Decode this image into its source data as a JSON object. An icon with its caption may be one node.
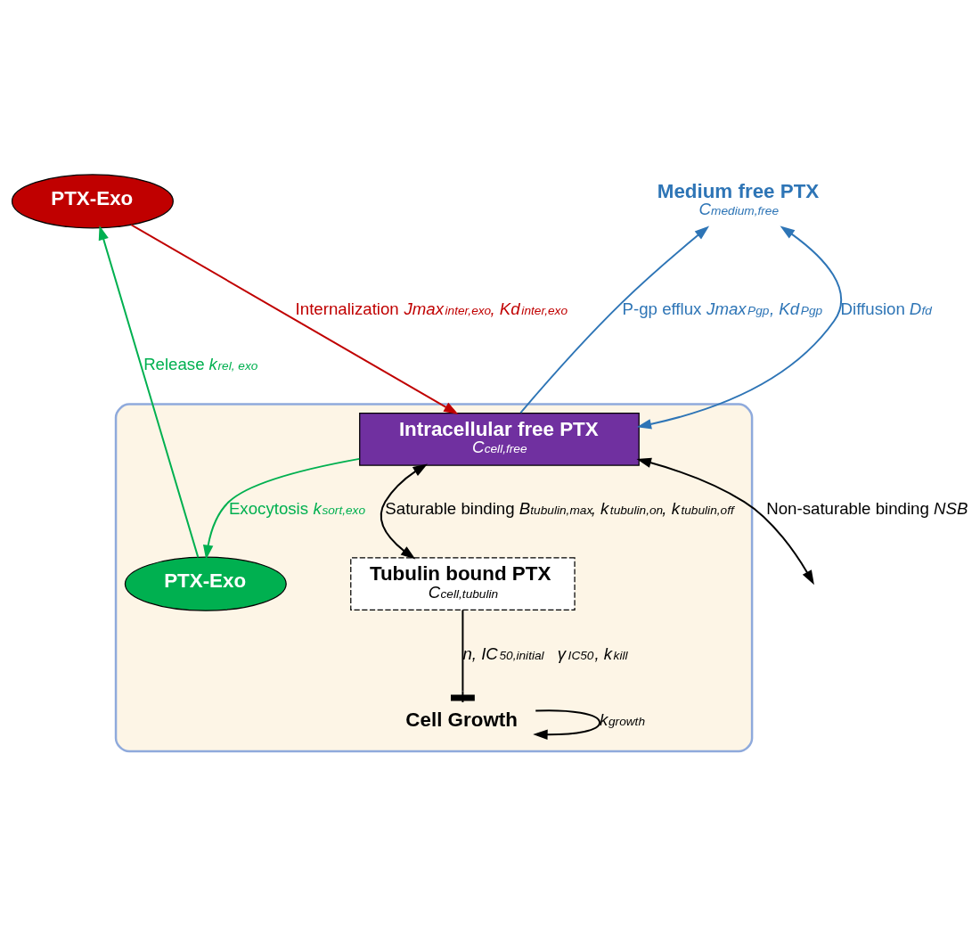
{
  "diagram": {
    "nodes": [
      {
        "text": [],
        "shape": "box"
      },
      {
        "text": [
          "Medium free PTX",
          "*C$_{medium,free}$*"
        ]
      },
      {
        "text": [
          "PTX-Exo"
        ]
      },
      {
        "text": [
          "Intracellular free PTX",
          "*C$_{cell,free}$*"
        ],
        "in": 0
      },
      {
        "text": [
          "PTX-Exo"
        ],
        "in": 0
      },
      {
        "text": [
          "Tubulin bound PTX",
          "*C$_{cell,tubulin}$*"
        ],
        "in": 0
      },
      {
        "text": [
          "Cell Growth"
        ],
        "in": 0
      }
    ],
    "edges": [
      {
        "from": 3,
        "to": 1,
        "arrow": "to",
        "label": "P-gp efflux *Jmax$_{Pgp}$, Kd$_{Pgp}$*",
        "color": "#2e75b6"
      },
      {
        "from": 3,
        "to": 1,
        "arrow": "both",
        "label": "Diffusion *D$_{fd}$*",
        "color": "#2e75b6"
      },
      {
        "from": 2,
        "to": 3,
        "arrow": "to",
        "label": "Internalization *Jmax$_{inter,exo}$, Kd$_{inter,exo}$*",
        "color": "#c00000"
      },
      {
        "from": 3,
        "to": 4,
        "arrow": "to",
        "label": "Exocytosis *k$_{sort,exo}$*",
        "color": "#00b050"
      },
      {
        "from": 4,
        "to": 2,
        "arrow": "to",
        "label": "Release *k$_{rel, exo}$*",
        "color": "#00b050"
      },
      {
        "from": 3,
        "to": null,
        "arrow": "both",
        "label": "Non-saturable binding *NSB*"
      },
      {
        "from": 3,
        "to": 5,
        "arrow": "both",
        "label": "Saturable binding *B$_{tubulin,max}$, k$_{tubulin,on}$, k$_{tubulin,off}$*"
      },
      {
        "from": 5,
        "to": 6,
        "arrow": "other",
        "label": "*n, IC$_{50,initial}$ γ$_{IC50}$, k$_{kill}$*"
      },
      {
        "from": 6,
        "to": 6,
        "arrow": "to",
        "label": "*k$_{growth}$*"
      }
    ]
  }
}
